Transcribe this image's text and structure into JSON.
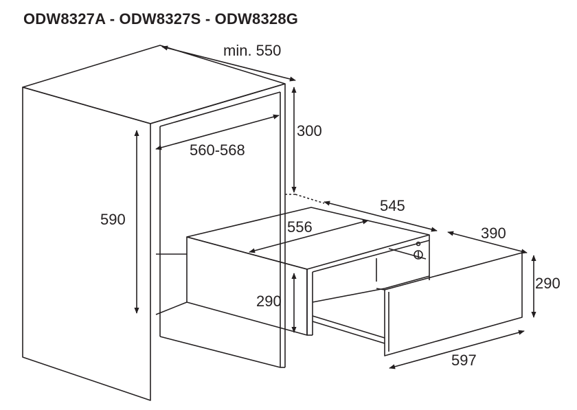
{
  "title": "ODW8327A - ODW8327S - ODW8328G",
  "dimensions": {
    "min_depth": "min. 550",
    "top_gap": "300",
    "niche_width": "560-568",
    "niche_height": "590",
    "drawer_depth": "545",
    "drawer_width": "556",
    "drawer_extension": "390",
    "drawer_height": "290",
    "front_height": "290",
    "front_width": "597"
  },
  "colors": {
    "line": "#231f20",
    "background": "#ffffff"
  }
}
